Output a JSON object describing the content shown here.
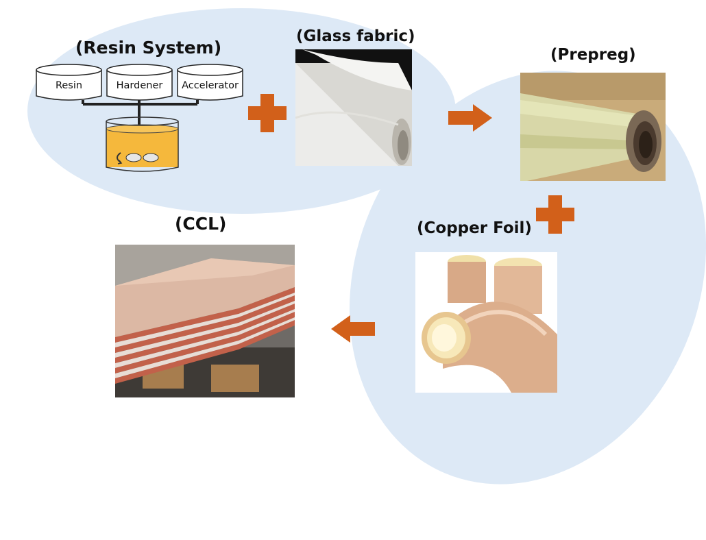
{
  "labels": {
    "resin_system": "(Resin System)",
    "glass_fabric": "(Glass fabric)",
    "prepreg": "(Prepreg)",
    "copper_foil": "(Copper Foil)",
    "ccl": "(CCL)"
  },
  "resin_components": [
    "Resin",
    "Hardener",
    "Accelerator"
  ],
  "colors": {
    "accent_orange": "#d2601a",
    "background_blob": "#dde9f6",
    "resin_liquid": "#f5b83c"
  },
  "icons": [
    "plus-icon",
    "arrow-right-icon",
    "arrow-left-icon",
    "mixing-tank-icon"
  ]
}
